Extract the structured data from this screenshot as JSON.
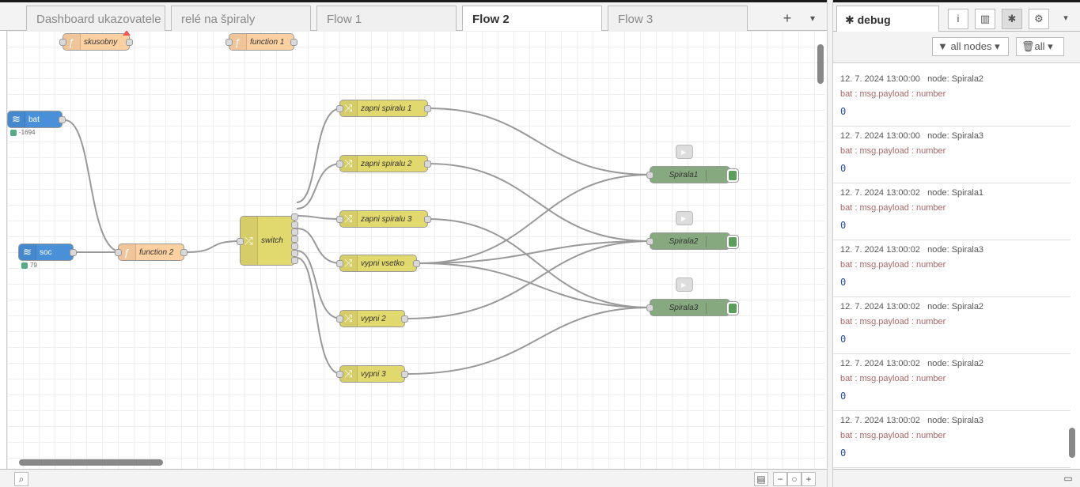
{
  "tabs": [
    {
      "label": "Dashboard ukazovatele"
    },
    {
      "label": "relé na špiraly"
    },
    {
      "label": "Flow 1"
    },
    {
      "label": "Flow 2"
    },
    {
      "label": "Flow 3"
    }
  ],
  "tab_actions": {
    "add": "+",
    "menu": "▾"
  },
  "nodes": {
    "skusobny": "skusobny",
    "function1": "function 1",
    "bat": "bat",
    "bat_status": "-1694",
    "soc": "soc",
    "soc_status": "79",
    "function2": "function 2",
    "switch": "switch",
    "zapni1": "zapni spiralu 1",
    "zapni2": "zapni spiralu 2",
    "zapni3": "zapni spiralu 3",
    "vypni_vsetko": "vypni vsetko",
    "vypni2": "vypni 2",
    "vypni3": "vypni 3",
    "spirala1": "Spirala1",
    "spirala2": "Spirala2",
    "spirala3": "Spirala3"
  },
  "sidebar": {
    "title": "debug",
    "filter_nodes": "all nodes",
    "clear": "all",
    "messages": [
      {
        "time": "12. 7. 2024 13:00:00",
        "node": "node: Spirala2",
        "topic": "bat : msg.payload : number",
        "value": "0"
      },
      {
        "time": "12. 7. 2024 13:00:00",
        "node": "node: Spirala3",
        "topic": "bat : msg.payload : number",
        "value": "0"
      },
      {
        "time": "12. 7. 2024 13:00:02",
        "node": "node: Spirala1",
        "topic": "bat : msg.payload : number",
        "value": "0"
      },
      {
        "time": "12. 7. 2024 13:00:02",
        "node": "node: Spirala3",
        "topic": "bat : msg.payload : number",
        "value": "0"
      },
      {
        "time": "12. 7. 2024 13:00:02",
        "node": "node: Spirala2",
        "topic": "bat : msg.payload : number",
        "value": "0"
      },
      {
        "time": "12. 7. 2024 13:00:02",
        "node": "node: Spirala2",
        "topic": "bat : msg.payload : number",
        "value": "0"
      },
      {
        "time": "12. 7. 2024 13:00:02",
        "node": "node: Spirala3",
        "topic": "bat : msg.payload : number",
        "value": "0"
      }
    ]
  }
}
